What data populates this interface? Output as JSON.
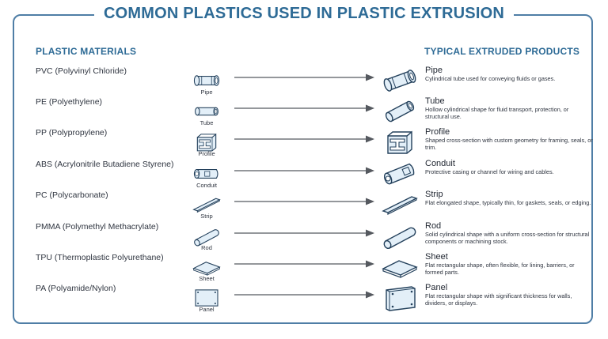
{
  "title": "COMMON PLASTICS USED IN PLASTIC EXTRUSION",
  "left_header": "PLASTIC MATERIALS",
  "right_header": "TYPICAL EXTRUDED PRODUCTS",
  "colors": {
    "accent": "#2e6b96",
    "border": "#4f7ea6",
    "icon_fill": "#e3eff8",
    "icon_stroke": "#24415c",
    "arrow": "#55595f"
  },
  "rows": [
    {
      "material": "PVC (Polyvinyl Chloride)",
      "icon": "pipe-icon",
      "icon_label": "Pipe",
      "product": "Pipe",
      "description": "Cylindrical tube used for conveying fluids or gases."
    },
    {
      "material": "PE (Polyethylene)",
      "icon": "tube-icon",
      "icon_label": "Tube",
      "product": "Tube",
      "description": "Hollow cylindrical shape for fluid transport, protection, or structural use."
    },
    {
      "material": "PP (Polypropylene)",
      "icon": "profile-icon",
      "icon_label": "Profile",
      "product": "Profile",
      "description": "Shaped cross-section with custom geometry for framing, seals, or trim."
    },
    {
      "material": "ABS (Acrylonitrile Butadiene Styrene)",
      "icon": "conduit-icon",
      "icon_label": "Conduit",
      "product": "Conduit",
      "description": "Protective casing or channel for wiring and cables."
    },
    {
      "material": "PC (Polycarbonate)",
      "icon": "strip-icon",
      "icon_label": "Strip",
      "product": "Strip",
      "description": "Flat elongated shape, typically thin, for gaskets, seals, or edging."
    },
    {
      "material": "PMMA (Polymethyl Methacrylate)",
      "icon": "rod-icon",
      "icon_label": "Rod",
      "product": "Rod",
      "description": "Solid cylindrical shape with a uniform cross-section for structural components or machining stock."
    },
    {
      "material": "TPU (Thermoplastic Polyurethane)",
      "icon": "sheet-icon",
      "icon_label": "Sheet",
      "product": "Sheet",
      "description": "Flat rectangular shape, often flexible, for lining, barriers, or formed parts."
    },
    {
      "material": "PA (Polyamide/Nylon)",
      "icon": "panel-icon",
      "icon_label": "Panel",
      "product": "Panel",
      "description": "Flat rectangular shape with significant thickness for walls, dividers, or displays."
    }
  ]
}
